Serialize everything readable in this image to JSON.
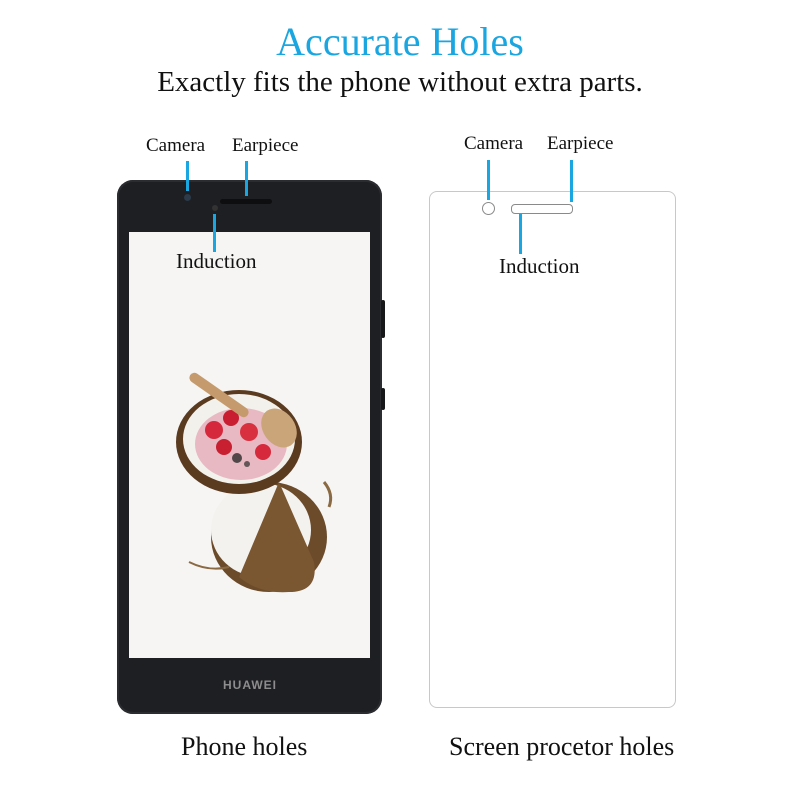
{
  "header": {
    "title": "Accurate Holes",
    "subtitle": "Exactly fits the phone without extra parts."
  },
  "phone": {
    "camera_label": "Camera",
    "earpiece_label": "Earpiece",
    "induction_label": "Induction",
    "brand": "HUAWEI",
    "caption": "Phone holes"
  },
  "protector": {
    "camera_label": "Camera",
    "earpiece_label": "Earpiece",
    "induction_label": "Induction",
    "caption": "Screen procetor holes"
  },
  "colors": {
    "accent": "#1aa6e0",
    "phone_body": "#1e1f22"
  }
}
